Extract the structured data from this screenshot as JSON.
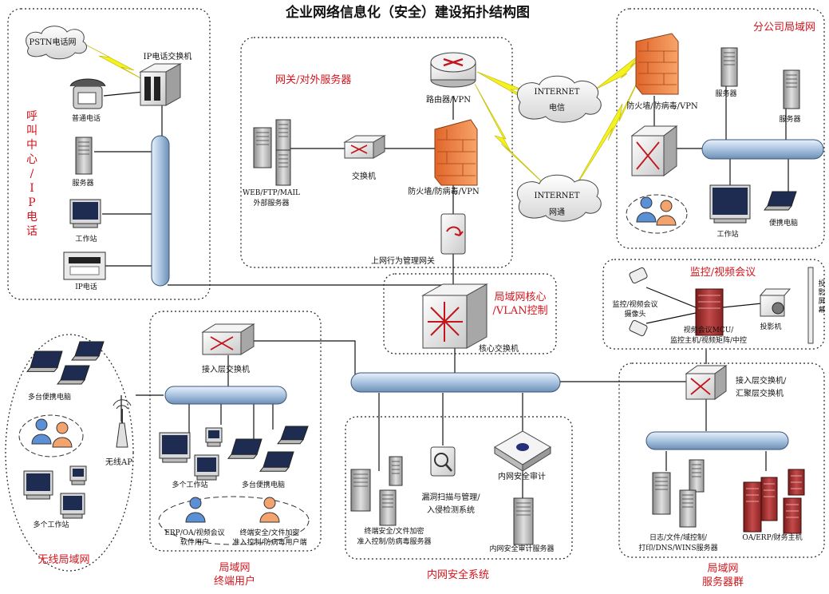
{
  "title": "企业网络信息化（安全）建设拓扑结构图",
  "zones": {
    "call_center": "呼叫中心/IP电话",
    "gateway": "网关/对外服务器",
    "branch": "分公司局域网",
    "core": "局域网核心/VLAN控制",
    "video": "监控/视频会议",
    "wireless": "无线局域网",
    "lan_users": "局域网\n终端用户",
    "intranet_security": "内网安全系统",
    "server_group": "局域网\n服务器群"
  },
  "labels": {
    "pstn": "PSTN电话网",
    "ip_switch": "IP电话交换机",
    "phone": "普通电话",
    "cc_server": "服务器",
    "cc_workstation": "工作站",
    "ip_phone": "IP电话",
    "router": "路由器/VPN",
    "internet_telecom_1": "INTERNET",
    "internet_telecom_2": "电信",
    "internet_netcom_1": "INTERNET",
    "internet_netcom_2": "网通",
    "gw_switch": "交换机",
    "gw_firewall": "防火墙/防病毒/VPN",
    "external_servers_1": "WEB/FTP/MAIL",
    "external_servers_2": "外部服务器",
    "behavior_gateway": "上网行为管理网关",
    "core_switch": "核心交换机",
    "branch_firewall": "防火墙/防病毒/VPN",
    "branch_server_1": "服务器",
    "branch_server_2": "服务器",
    "branch_workstation": "工作站",
    "branch_laptop": "便携电脑",
    "camera_1": "监控/视频会议",
    "camera_2": "摄像头",
    "mcu_1": "视频会议MCU/",
    "mcu_2": "监控主机/视频矩阵/中控",
    "projector": "投影机",
    "screen": "投影屏幕",
    "access_switch": "接入层交换机",
    "multi_laptop_wireless": "多台便携电脑",
    "wireless_ap": "无线AP",
    "multi_ws_wireless": "多个工作站",
    "multi_ws": "多个工作站",
    "multi_laptop": "多台便携电脑",
    "erp_users_1": "ERP/OA/视频会议",
    "erp_users_2": "软件用户",
    "sec_users_1": "终端安全/文件加密",
    "sec_users_2": "准入控制/防病毒用户端",
    "endpoint_servers_1": "终端安全/文件加密",
    "endpoint_servers_2": "准入控制/防病毒服务器",
    "vuln_scan_1": "漏洞扫描与管理/",
    "vuln_scan_2": "入侵检测系统",
    "audit": "内网安全审计",
    "audit_server": "内网安全审计服务器",
    "agg_switch_1": "接入层交换机/",
    "agg_switch_2": "汇聚层交换机",
    "log_servers_1": "日志/文件/域控制/",
    "log_servers_2": "打印/DNS/WINS服务器",
    "oa_hosts": "OA/ERP/财务主机"
  },
  "colors": {
    "zone_label": "#d4141c",
    "bus": "#b9cfe6",
    "firewall": "#f08a3c",
    "bolt": "#f5f31f"
  }
}
